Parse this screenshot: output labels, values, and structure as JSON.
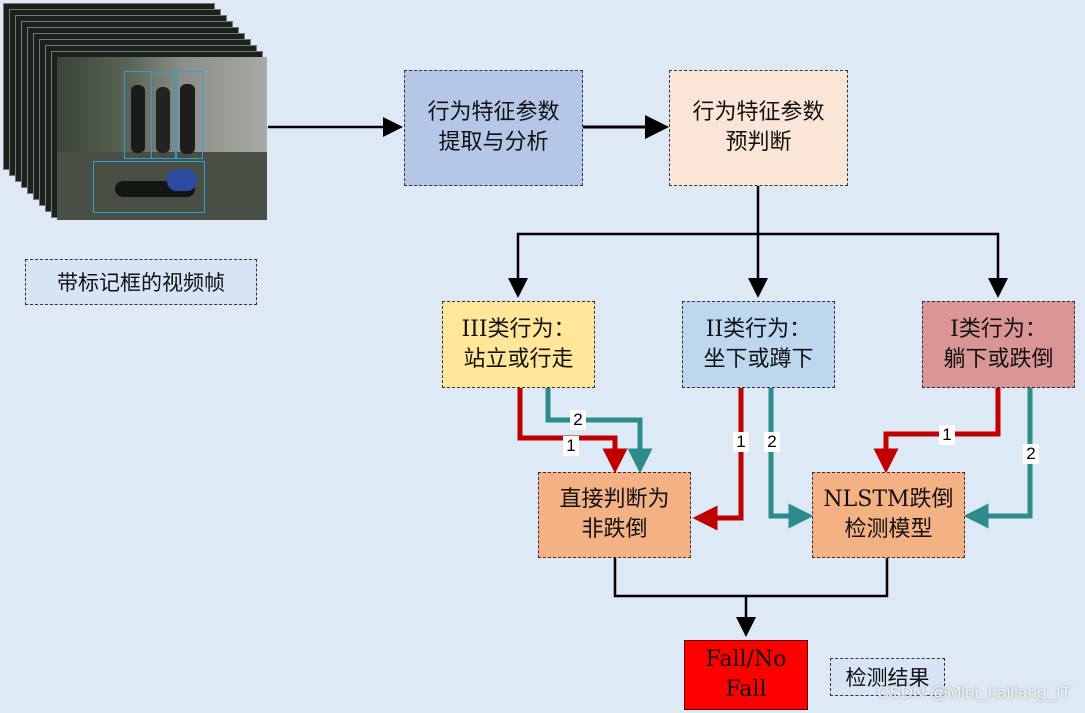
{
  "image_label": "带标记框的视频帧",
  "nodes": {
    "extract": "行为特征参数\n提取与分析",
    "prejudge": "行为特征参数\n预判断",
    "class3": "III类行为：\n站立或行走",
    "class2": "II类行为：\n坐下或蹲下",
    "class1": "I类行为：\n躺下或跌倒",
    "direct": "直接判断为\n非跌倒",
    "nlstm": "NLSTM跌倒\n检测模型",
    "result": "Fall/No\nFall"
  },
  "result_label": "检测结果",
  "edge_labels": {
    "one": "1",
    "two": "2"
  },
  "watermark": "CSDN @Mini_hailiang_IT",
  "colors": {
    "blue_box": "#b4c7e7",
    "peach_box": "#fbe5d6",
    "yellow_box": "#ffe699",
    "lightblue_box": "#bdd7ee",
    "rose_box": "#d99694",
    "orange_box": "#f4b183",
    "red_box": "#ff0000",
    "red_arrow": "#c00000",
    "teal_arrow": "#2e8b8b",
    "background": "#dde9f5"
  }
}
